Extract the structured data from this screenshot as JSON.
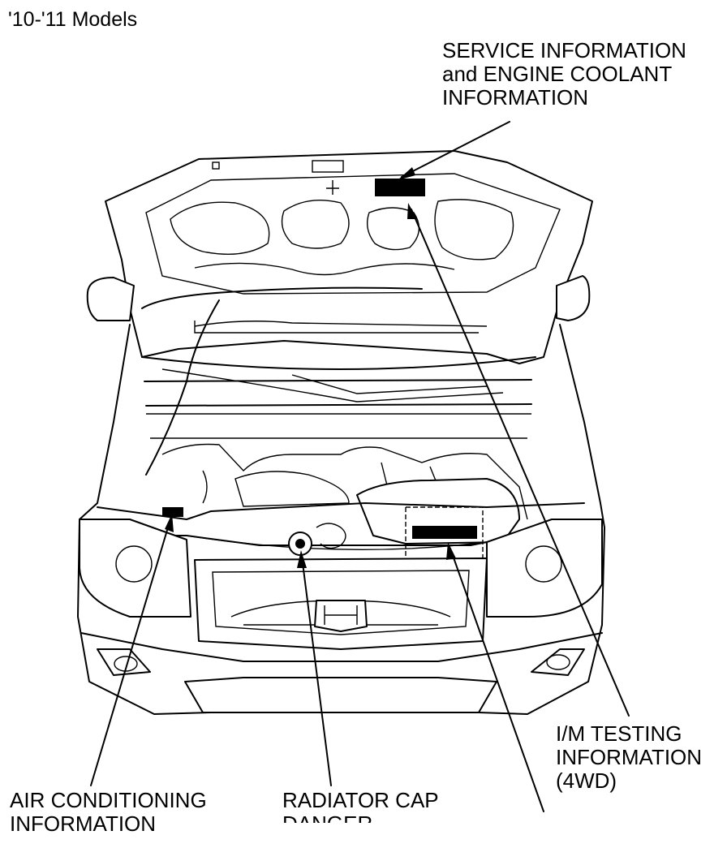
{
  "title": "'10-'11 Models",
  "labels": {
    "service_line1": "SERVICE INFORMATION",
    "service_line2": "and ENGINE COOLANT",
    "service_line3": "INFORMATION",
    "im_line1": "I/M TESTING",
    "im_line2": "INFORMATION",
    "im_line3": "(4WD)",
    "ac_line1": "AIR CONDITIONING",
    "ac_line2": "INFORMATION",
    "radiator_line1": "RADIATOR CAP",
    "radiator_line2": "DANGER"
  },
  "colors": {
    "line": "#000000",
    "background": "#ffffff",
    "label_fill": "#000000"
  }
}
